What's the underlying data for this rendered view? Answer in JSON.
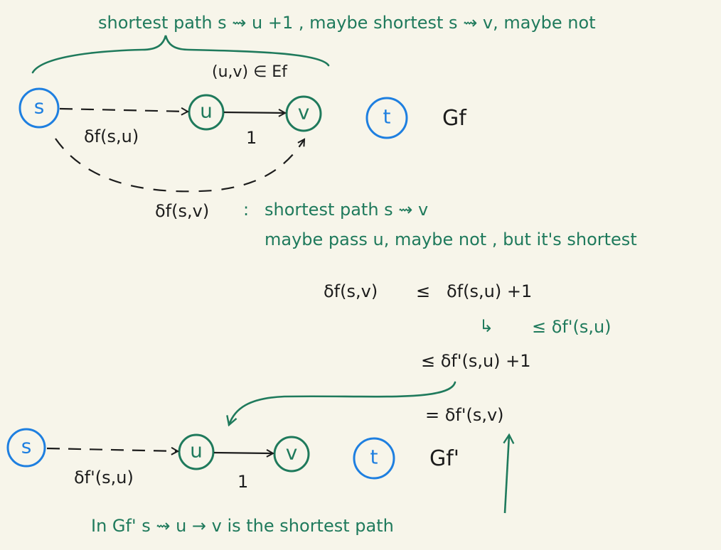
{
  "colors": {
    "background": "#f7f5ea",
    "black_ink": "#1c1c1c",
    "green_ink": "#1f7a5c",
    "blue_ink": "#1e7fe0"
  },
  "top": {
    "annotation": "shortest path s ⇝ u +1 , maybe shortest s ⇝ v, maybe not",
    "edge_label": "(u,v) ∈ Ef",
    "node_s": "s",
    "node_u": "u",
    "node_v": "v",
    "node_t": "t",
    "graph_label": "Gf",
    "delta_su": "δf(s,u)",
    "edge_weight": "1",
    "delta_sv": "δf(s,v)",
    "colon": ":",
    "sv_note_line1": "shortest path s ⇝ v",
    "sv_note_line2": "maybe pass u, maybe not , but it's shortest"
  },
  "derivation": {
    "line1_left": "δf(s,v)",
    "line1_op": "≤",
    "line1_right": "δf(s,u) +1",
    "side_arrow": "↳",
    "side_note": "≤ δf'(s,u)",
    "line2": "≤ δf'(s,u) +1",
    "line3": "= δf'(s,v)"
  },
  "bottom": {
    "node_s": "s",
    "node_u": "u",
    "node_v": "v",
    "node_t": "t",
    "graph_label": "Gf'",
    "delta_su": "δf'(s,u)",
    "edge_weight": "1",
    "conclusion": "In Gf' s ⇝ u → v is the shortest path"
  }
}
